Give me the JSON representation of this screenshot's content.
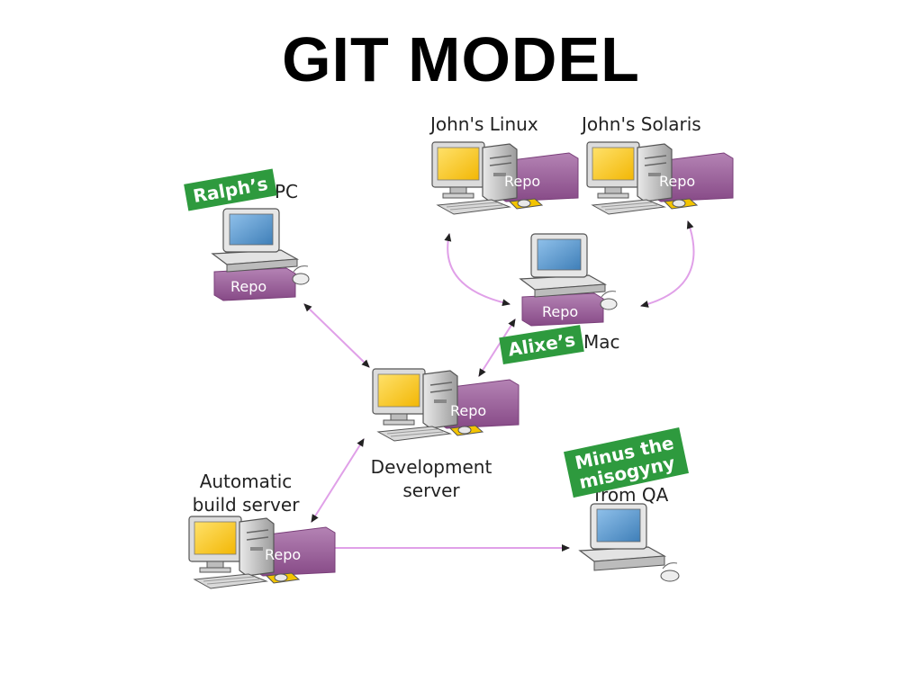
{
  "title": "GIT MODEL",
  "nodes": {
    "johns_linux": {
      "label": "John's Linux",
      "repo": "Repo"
    },
    "johns_solaris": {
      "label": "John's Solaris",
      "repo": "Repo"
    },
    "ralphs_pc": {
      "label": "PC",
      "tag": "Ralph’s",
      "repo": "Repo"
    },
    "alixes_mac": {
      "label": "Mac",
      "tag": "Alixe’s",
      "repo": "Repo"
    },
    "dev_server": {
      "label_line1": "Development",
      "label_line2": "server",
      "repo": "Repo"
    },
    "build_server": {
      "label_line1": "Automatic",
      "label_line2": "build server",
      "repo": "Repo"
    },
    "qa": {
      "label": "from QA",
      "tag_line1": "Minus the",
      "tag_line2": "misogyny"
    }
  },
  "colors": {
    "repo_purple": "#9b5c9b",
    "arrow_pink": "#e0a0e8",
    "tag_green": "#2e9a3e",
    "screen_blue": "#5d95c8",
    "screen_yellow": "#f5c21a"
  }
}
